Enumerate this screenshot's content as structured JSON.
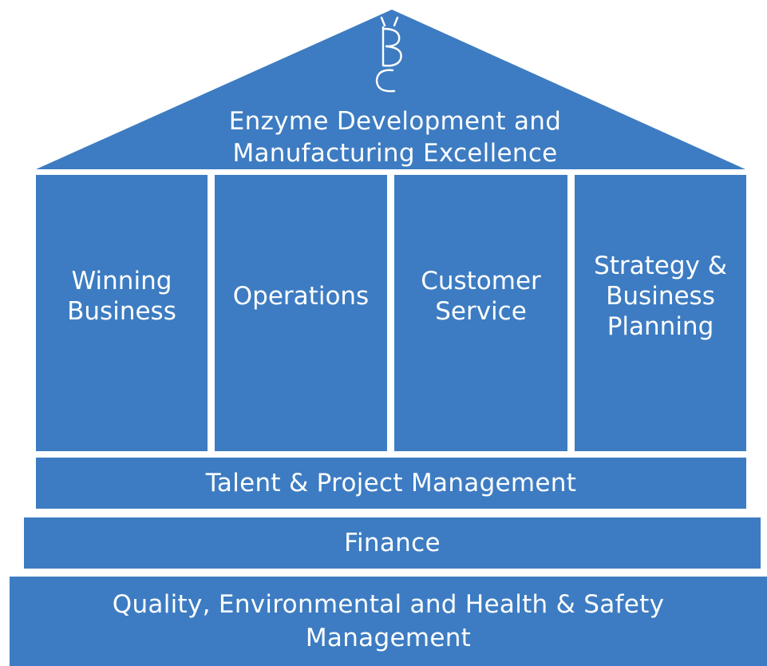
{
  "colors": {
    "block": "#3d7cc2",
    "text": "#ffffff",
    "background": "#ffffff"
  },
  "roof": {
    "logo_icon": "bc-monogram-logo",
    "title_line1": "Enzyme Development and",
    "title_line2": "Manufacturing Excellence"
  },
  "pillars": [
    {
      "label": "Winning\nBusiness"
    },
    {
      "label": "Operations"
    },
    {
      "label": "Customer\nService"
    },
    {
      "label": "Strategy &\nBusiness\nPlanning"
    }
  ],
  "bands": {
    "talent": "Talent & Project Management",
    "finance": "Finance",
    "foundation_line1": "Quality, Environmental and Health & Safety",
    "foundation_line2": "Management"
  }
}
